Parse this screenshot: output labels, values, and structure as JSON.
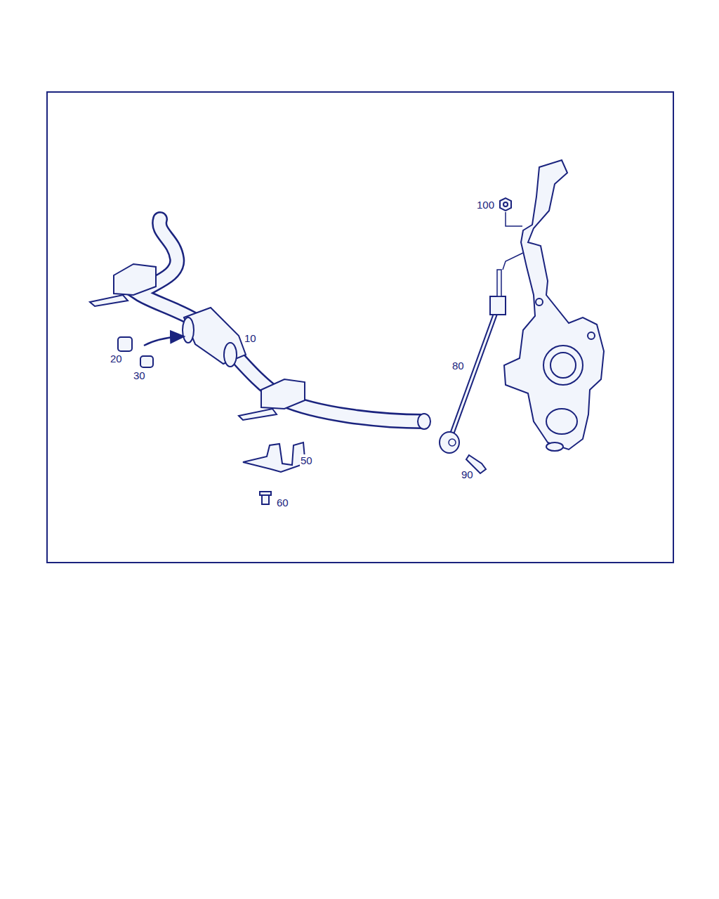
{
  "diagram": {
    "labels": [
      "100",
      "10",
      "20",
      "30",
      "80",
      "50",
      "90",
      "60"
    ]
  }
}
